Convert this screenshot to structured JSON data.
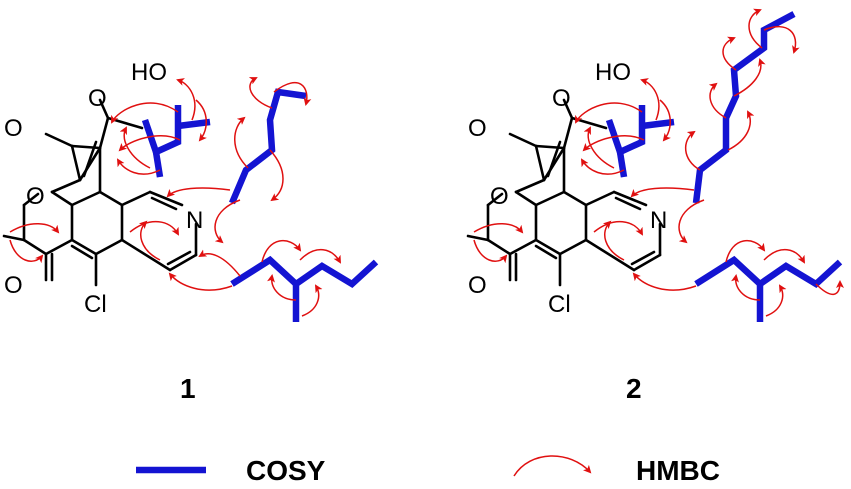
{
  "compounds": [
    {
      "label": "1",
      "atoms": {
        "oh": "HO",
        "o_ketone": "O",
        "o_lactone": "O",
        "o_ring": "O",
        "o_enone": "O",
        "n": "N",
        "cl": "Cl"
      }
    },
    {
      "label": "2",
      "atoms": {
        "oh": "HO",
        "o_ketone": "O",
        "o_lactone": "O",
        "o_ring": "O",
        "o_enone": "O",
        "n": "N",
        "cl": "Cl"
      }
    }
  ],
  "legend": {
    "cosy_label": "COSY",
    "hmbc_label": "HMBC"
  },
  "colors": {
    "cosy": "#1414d2",
    "hmbc": "#e01010",
    "bond": "#000000"
  }
}
